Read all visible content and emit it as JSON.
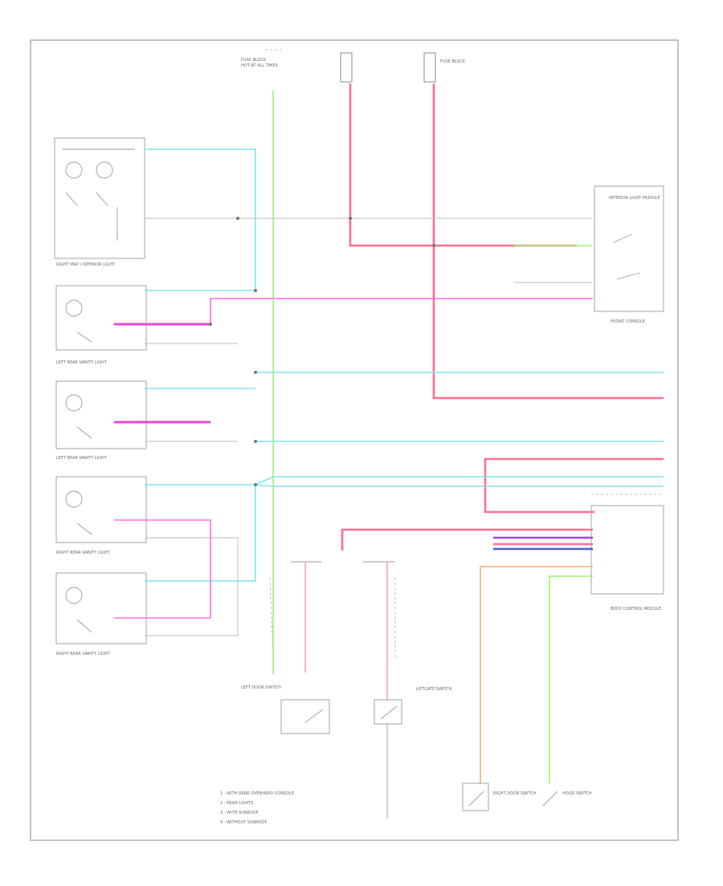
{
  "diagram_id": "",
  "labels": {
    "rm_left": "RIGHT MAP / INTERIOR LIGHT",
    "lr_vanity": "LEFT REAR VANITY LIGHT",
    "lr_vanity2": "LEFT REAR VANITY LIGHT",
    "rr_vanity": "RIGHT REAR VANITY LIGHT",
    "rr_vanity2": "RIGHT REAR VANITY LIGHT",
    "interior_module": "INTERIOR LIGHT MODULE",
    "front_console": "FRONT CONSOLE",
    "fuse_top": "FUSE BLOCK",
    "hot_block": "HOT AT ALL TIMES",
    "fuse_block2": "FUSE BLOCK",
    "body_ctrl": "BODY CONTROL MODULE",
    "lh_door": "LEFT DOOR SWITCH",
    "rh_door": "RIGHT DOOR SWITCH",
    "liftgate": "LIFTGATE SWITCH",
    "hood": "HOOD SWITCH"
  },
  "legend": {
    "l1": "1 - WITH REAR OVERHEAD CONSOLE",
    "l2": "2 - REAR LIGHTS",
    "l3": "3 - WITH SUNROOF",
    "l4": "4 - WITHOUT SUNROOF"
  },
  "colors": {
    "red": "#ff6f8e",
    "cyan": "#7fe6ea",
    "green": "#9ef07c",
    "magenta": "#ff6fe0",
    "orange": "#ffc08a",
    "blue": "#4a5fd8",
    "purple": "#9a4ad8"
  }
}
